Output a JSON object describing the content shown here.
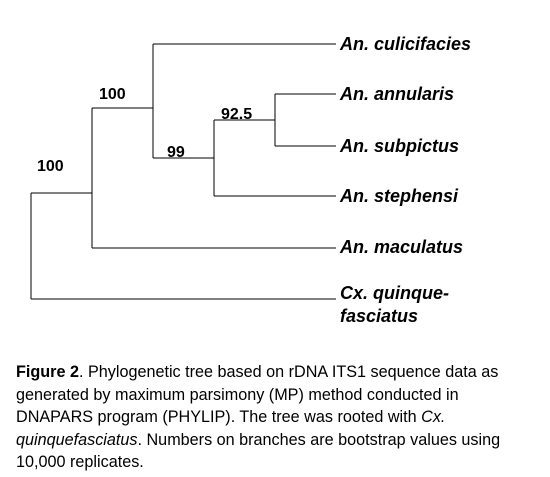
{
  "tree": {
    "taxa": [
      {
        "id": "culicifacies",
        "label": "An. culicifacies"
      },
      {
        "id": "annularis",
        "label": "An. annularis"
      },
      {
        "id": "subpictus",
        "label": "An. subpictus"
      },
      {
        "id": "stephensi",
        "label": "An. stephensi"
      },
      {
        "id": "maculatus",
        "label": "An. maculatus"
      },
      {
        "id": "quinquefasciatus",
        "label_line1": "Cx. quinque-",
        "label_line2": "fasciatus"
      }
    ],
    "bootstrap": {
      "root": "100",
      "ingroup": "100",
      "clade_a": "99",
      "clade_b": "92.5"
    }
  },
  "caption": {
    "label": "Figure 2",
    "text_a": ". Phylogenetic tree based on rDNA ITS1 sequence data as generated by maximum parsimony (MP) method conducted in DNAPARS program (PHYLIP). The tree was rooted with ",
    "species": "Cx. quinquefasciatus",
    "text_b": ". Numbers on branches are bootstrap values using 10,000 replicates."
  }
}
